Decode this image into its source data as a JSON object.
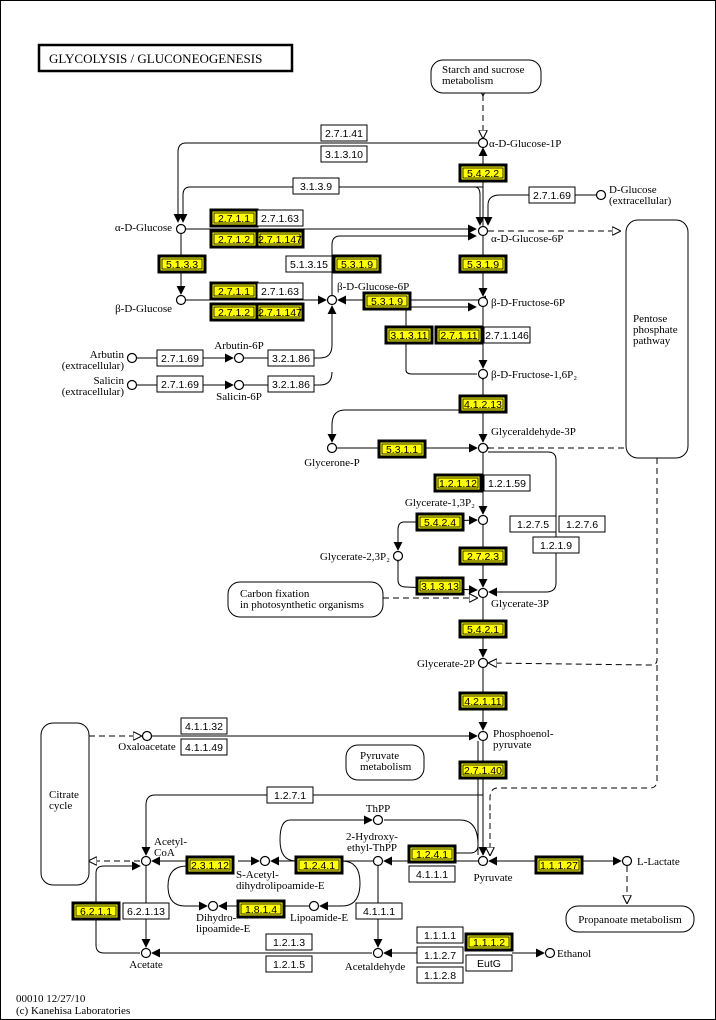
{
  "title": "GLYCOLYSIS / GLUCONEOGENESIS",
  "footer": {
    "map_id_date": "00010 12/27/10",
    "copyright": "(c) Kanehisa Laboratories"
  },
  "colors": {
    "highlight": "#ffff00",
    "default_box": "#ffffff",
    "line": "#000000"
  },
  "pathway_links": [
    {
      "id": "starch",
      "lines": [
        "Starch and sucrose",
        "metabolism"
      ]
    },
    {
      "id": "pentose",
      "lines": [
        "Pentose",
        "phosphate",
        "pathway"
      ]
    },
    {
      "id": "carbon",
      "lines": [
        "Carbon fixation",
        "in photosynthetic organisms"
      ]
    },
    {
      "id": "pyruvate",
      "lines": [
        "Pyruvate",
        "metabolism"
      ]
    },
    {
      "id": "citrate",
      "lines": [
        "Citrate",
        "cycle"
      ]
    },
    {
      "id": "propanoate",
      "lines": [
        "Propanoate metabolism"
      ]
    }
  ],
  "compounds": [
    {
      "id": "a-glc-1p",
      "lines": [
        "α-D-Glucose-1P"
      ]
    },
    {
      "id": "d-glc-ext",
      "lines": [
        "D-Glucose",
        "(extracellular)"
      ]
    },
    {
      "id": "a-glc",
      "lines": [
        "α-D-Glucose"
      ]
    },
    {
      "id": "a-glc-6p",
      "lines": [
        "α-D-Glucose-6P"
      ]
    },
    {
      "id": "b-glc",
      "lines": [
        "β-D-Glucose"
      ]
    },
    {
      "id": "b-glc-6p",
      "lines": [
        "β-D-Glucose-6P"
      ]
    },
    {
      "id": "b-fru-6p",
      "lines": [
        "β-D-Fructose-6P"
      ]
    },
    {
      "id": "arbutin-ext",
      "lines": [
        "Arbutin",
        "(extracellular)"
      ]
    },
    {
      "id": "arbutin-6p",
      "lines": [
        "Arbutin-6P"
      ]
    },
    {
      "id": "salicin-ext",
      "lines": [
        "Salicin",
        "(extracellular)"
      ]
    },
    {
      "id": "salicin-6p",
      "lines": [
        "Salicin-6P"
      ]
    },
    {
      "id": "b-fru-16p2",
      "lines": [
        "β-D-Fructose-1,6P₂"
      ]
    },
    {
      "id": "gap",
      "lines": [
        "Glyceraldehyde-3P"
      ]
    },
    {
      "id": "glycerone-p",
      "lines": [
        "Glycerone-P"
      ]
    },
    {
      "id": "g13p2",
      "lines": [
        "Glycerate-1,3P₂"
      ]
    },
    {
      "id": "g23p2",
      "lines": [
        "Glycerate-2,3P₂"
      ]
    },
    {
      "id": "g3p",
      "lines": [
        "Glycerate-3P"
      ]
    },
    {
      "id": "g2p",
      "lines": [
        "Glycerate-2P"
      ]
    },
    {
      "id": "pep",
      "lines": [
        "Phosphoenol-",
        "pyruvate"
      ]
    },
    {
      "id": "oaa",
      "lines": [
        "Oxaloacetate"
      ]
    },
    {
      "id": "thpp",
      "lines": [
        "ThPP"
      ]
    },
    {
      "id": "he-thpp",
      "lines": [
        "2-Hydroxy-",
        "ethyl-ThPP"
      ]
    },
    {
      "id": "acetyl-coa",
      "lines": [
        "Acetyl-",
        "CoA"
      ]
    },
    {
      "id": "s-acetyl",
      "lines": [
        "S-Acetyl-",
        "dihydrolipoamide-E"
      ]
    },
    {
      "id": "dihydro",
      "lines": [
        "Dihydro-",
        "lipoamide-E"
      ]
    },
    {
      "id": "lipoamide",
      "lines": [
        "Lipoamide-E"
      ]
    },
    {
      "id": "pyruvate",
      "lines": [
        "Pyruvate"
      ]
    },
    {
      "id": "l-lactate",
      "lines": [
        "L-Lactate"
      ]
    },
    {
      "id": "acetate",
      "lines": [
        "Acetate"
      ]
    },
    {
      "id": "acetaldehyde",
      "lines": [
        "Acetaldehyde"
      ]
    },
    {
      "id": "ethanol",
      "lines": [
        "Ethanol"
      ]
    }
  ],
  "enzymes": [
    {
      "ec": "2.7.1.41",
      "hl": false
    },
    {
      "ec": "3.1.3.10",
      "hl": false
    },
    {
      "ec": "5.4.2.2",
      "hl": true
    },
    {
      "ec": "3.1.3.9",
      "hl": false
    },
    {
      "ec": "2.7.1.69",
      "hl": false
    },
    {
      "ec": "2.7.1.1",
      "hl": true
    },
    {
      "ec": "2.7.1.63",
      "hl": false
    },
    {
      "ec": "2.7.1.2",
      "hl": true
    },
    {
      "ec": "2.7.1.147",
      "hl": true
    },
    {
      "ec": "5.1.3.3",
      "hl": true
    },
    {
      "ec": "5.1.3.15",
      "hl": false
    },
    {
      "ec": "5.3.1.9",
      "hl": true
    },
    {
      "ec": "5.3.1.9",
      "hl": true
    },
    {
      "ec": "2.7.1.1",
      "hl": true
    },
    {
      "ec": "2.7.1.63",
      "hl": false
    },
    {
      "ec": "2.7.1.2",
      "hl": true
    },
    {
      "ec": "2.7.1.147",
      "hl": true
    },
    {
      "ec": "5.3.1.9",
      "hl": true
    },
    {
      "ec": "3.1.3.11",
      "hl": true
    },
    {
      "ec": "2.7.1.11",
      "hl": true
    },
    {
      "ec": "2.7.1.146",
      "hl": false
    },
    {
      "ec": "2.7.1.69",
      "hl": false
    },
    {
      "ec": "3.2.1.86",
      "hl": false
    },
    {
      "ec": "2.7.1.69",
      "hl": false
    },
    {
      "ec": "3.2.1.86",
      "hl": false
    },
    {
      "ec": "4.1.2.13",
      "hl": true
    },
    {
      "ec": "5.3.1.1",
      "hl": true
    },
    {
      "ec": "1.2.1.12",
      "hl": true
    },
    {
      "ec": "1.2.1.59",
      "hl": false
    },
    {
      "ec": "5.4.2.4",
      "hl": true
    },
    {
      "ec": "1.2.7.5",
      "hl": false
    },
    {
      "ec": "1.2.7.6",
      "hl": false
    },
    {
      "ec": "1.2.1.9",
      "hl": false
    },
    {
      "ec": "2.7.2.3",
      "hl": true
    },
    {
      "ec": "3.1.3.13",
      "hl": true
    },
    {
      "ec": "5.4.2.1",
      "hl": true
    },
    {
      "ec": "4.2.1.11",
      "hl": true
    },
    {
      "ec": "4.1.1.32",
      "hl": false
    },
    {
      "ec": "4.1.1.49",
      "hl": false
    },
    {
      "ec": "2.7.1.40",
      "hl": true
    },
    {
      "ec": "1.2.7.1",
      "hl": false
    },
    {
      "ec": "2.3.1.12",
      "hl": true
    },
    {
      "ec": "1.2.4.1",
      "hl": true
    },
    {
      "ec": "1.2.4.1",
      "hl": true
    },
    {
      "ec": "4.1.1.1",
      "hl": false
    },
    {
      "ec": "1.1.1.27",
      "hl": true
    },
    {
      "ec": "1.8.1.4",
      "hl": true
    },
    {
      "ec": "6.2.1.1",
      "hl": true
    },
    {
      "ec": "6.2.1.13",
      "hl": false
    },
    {
      "ec": "4.1.1.1",
      "hl": false
    },
    {
      "ec": "1.2.1.3",
      "hl": false
    },
    {
      "ec": "1.2.1.5",
      "hl": false
    },
    {
      "ec": "1.1.1.1",
      "hl": false
    },
    {
      "ec": "1.1.2.7",
      "hl": false
    },
    {
      "ec": "1.1.2.8",
      "hl": false
    },
    {
      "ec": "1.1.1.2",
      "hl": true
    },
    {
      "ec": "EutG",
      "hl": false
    }
  ]
}
